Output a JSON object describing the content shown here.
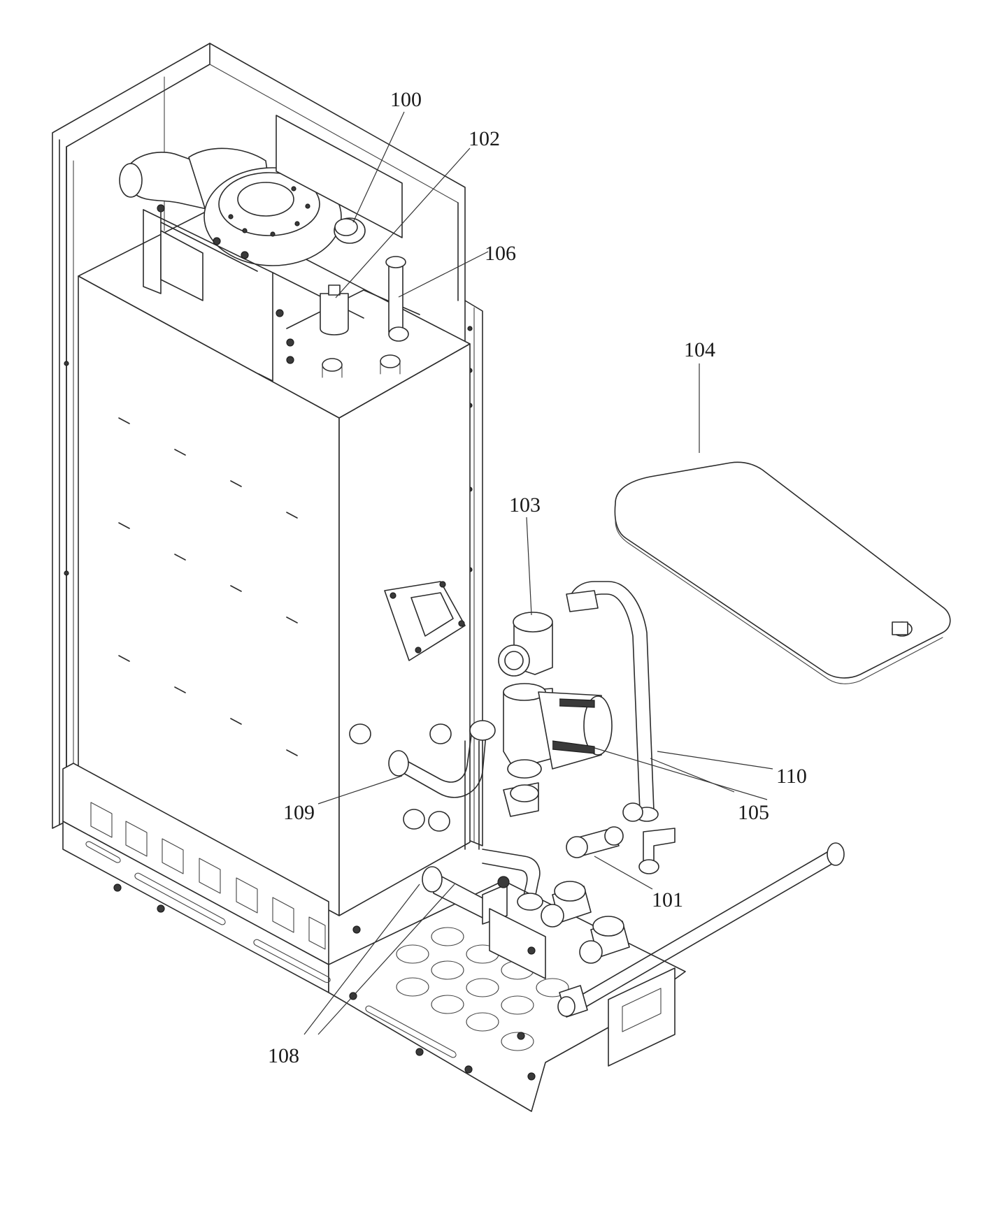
{
  "callouts": [
    {
      "id": "c100",
      "label": "100"
    },
    {
      "id": "c101",
      "label": "101"
    },
    {
      "id": "c102",
      "label": "102"
    },
    {
      "id": "c103",
      "label": "103"
    },
    {
      "id": "c104",
      "label": "104"
    },
    {
      "id": "c105",
      "label": "105"
    },
    {
      "id": "c106",
      "label": "106"
    },
    {
      "id": "c108",
      "label": "108"
    },
    {
      "id": "c109",
      "label": "109"
    },
    {
      "id": "c110",
      "label": "110"
    }
  ]
}
